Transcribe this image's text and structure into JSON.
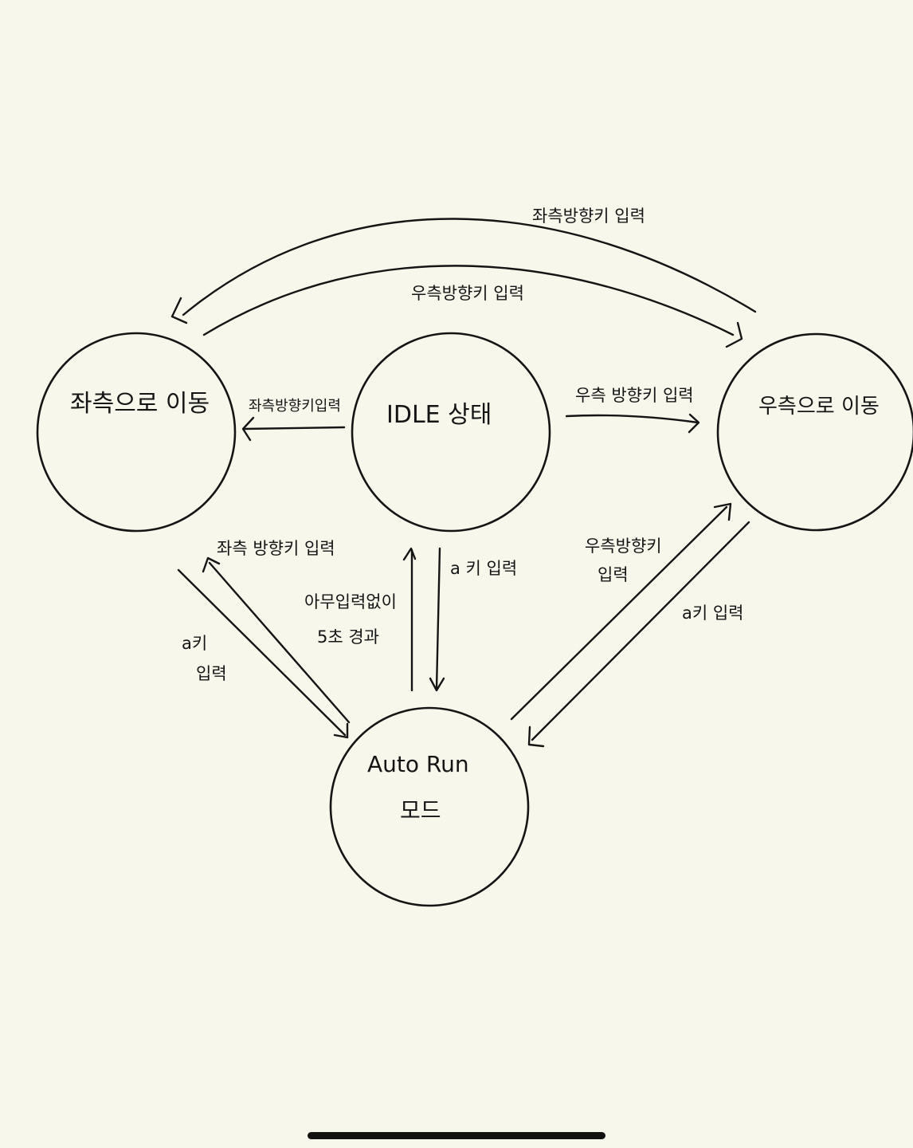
{
  "states": {
    "left": "좌측으로 이동",
    "idle": "IDLE 상태",
    "right": "우측으로 이동",
    "autorun_line1": "Auto Run",
    "autorun_line2": "모드"
  },
  "edges": {
    "top_outer": "좌측방향키 입력",
    "top_inner": "우측방향키 입력",
    "idle_to_left": "좌측방향키입력",
    "idle_to_right": "우측 방향키 입력",
    "auto_to_left": "좌측 방향키 입력",
    "left_to_auto_1": "a키",
    "left_to_auto_2": "입력",
    "auto_to_idle_1": "아무입력없이",
    "auto_to_idle_2": "5초 경과",
    "idle_to_auto": "a 키 입력",
    "auto_to_right_1": "우측방향키",
    "auto_to_right_2": "입력",
    "right_to_auto": "a키 입력"
  }
}
